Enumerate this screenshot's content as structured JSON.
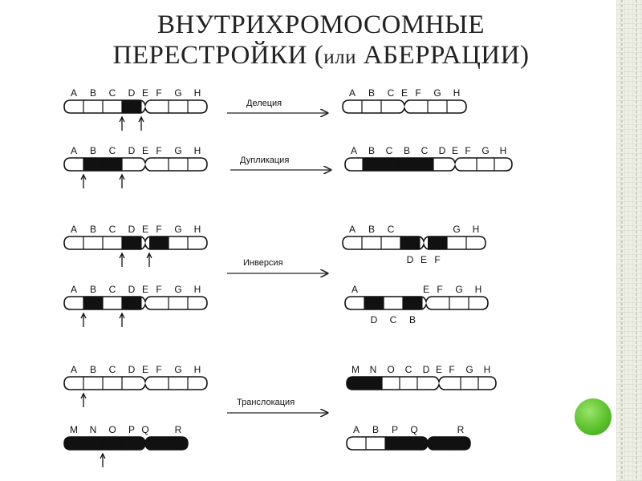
{
  "title": {
    "line1": "ВНУТРИХРОМОСОМНЫЕ",
    "line2_main": "ПЕРЕСТРОЙКИ (",
    "line2_small": "или",
    "line2_end": " АБЕРРАЦИИ)"
  },
  "arrows": {
    "deletion": "Делеция",
    "duplication": "Дупликация",
    "inversion": "Инверсия",
    "translocation": "Транслокация"
  },
  "chromosomes": [
    {
      "id": "deletion-before",
      "bands": [
        {
          "w": "n",
          "f": 0
        },
        {
          "w": "n",
          "f": 0
        },
        {
          "w": "n",
          "f": 0
        },
        {
          "w": "n",
          "f": 1
        },
        {
          "w": "c",
          "f": 0
        },
        {
          "w": "n",
          "f": 0
        },
        {
          "w": "n",
          "f": 0
        },
        {
          "w": "n",
          "f": 0
        }
      ],
      "letters": [
        "A",
        "B",
        "C",
        "D",
        "E",
        "F",
        "G",
        "H"
      ],
      "arrows": [
        3,
        4
      ]
    },
    {
      "id": "deletion-after",
      "bands": [
        {
          "w": "n",
          "f": 0
        },
        {
          "w": "n",
          "f": 0
        },
        {
          "w": "n",
          "f": 0
        },
        {
          "w": "c",
          "f": 0
        },
        {
          "w": "n",
          "f": 0
        },
        {
          "w": "n",
          "f": 0
        },
        {
          "w": "n",
          "f": 0
        }
      ],
      "letters": [
        "A",
        "B",
        "C",
        "E",
        "F",
        "G",
        "H"
      ]
    },
    {
      "id": "duplication-before",
      "bands": [
        {
          "w": "n",
          "f": 0
        },
        {
          "w": "n",
          "f": 1
        },
        {
          "w": "n",
          "f": 1
        },
        {
          "w": "n",
          "f": 0
        },
        {
          "w": "c",
          "f": 0
        },
        {
          "w": "n",
          "f": 0
        },
        {
          "w": "n",
          "f": 0
        },
        {
          "w": "n",
          "f": 0
        }
      ],
      "letters": [
        "A",
        "B",
        "C",
        "D",
        "E",
        "F",
        "G",
        "H"
      ],
      "arrows": [
        1,
        3
      ]
    },
    {
      "id": "duplication-after",
      "bands": [
        {
          "w": "n",
          "f": 0
        },
        {
          "w": "n",
          "f": 1
        },
        {
          "w": "n",
          "f": 1
        },
        {
          "w": "n",
          "f": 1
        },
        {
          "w": "n",
          "f": 1
        },
        {
          "w": "n",
          "f": 0
        },
        {
          "w": "c",
          "f": 0
        },
        {
          "w": "n",
          "f": 0
        },
        {
          "w": "n",
          "f": 0
        },
        {
          "w": "n",
          "f": 0
        }
      ],
      "letters": [
        "A",
        "B",
        "C",
        "B",
        "C",
        "D",
        "E",
        "F",
        "G",
        "H"
      ]
    },
    {
      "id": "inversion1-before",
      "bands": [
        {
          "w": "n",
          "f": 0
        },
        {
          "w": "n",
          "f": 0
        },
        {
          "w": "n",
          "f": 0
        },
        {
          "w": "n",
          "f": 1
        },
        {
          "w": "c",
          "f": 0
        },
        {
          "w": "n",
          "f": 1
        },
        {
          "w": "n",
          "f": 0
        },
        {
          "w": "n",
          "f": 0
        }
      ],
      "letters": [
        "A",
        "B",
        "C",
        "D",
        "E",
        "F",
        "G",
        "H"
      ],
      "arrows": [
        3,
        5
      ]
    },
    {
      "id": "inversion1-after",
      "bands": [
        {
          "w": "n",
          "f": 0
        },
        {
          "w": "n",
          "f": 0
        },
        {
          "w": "n",
          "f": 0
        },
        {
          "w": "n",
          "f": 1
        },
        {
          "w": "c",
          "f": 0
        },
        {
          "w": "n",
          "f": 1
        },
        {
          "w": "n",
          "f": 0
        },
        {
          "w": "n",
          "f": 0
        }
      ],
      "letters": [
        "A",
        "B",
        "C",
        "",
        "",
        "",
        "G",
        "H"
      ],
      "below": [
        "",
        "",
        "",
        "D",
        "E",
        "F",
        "",
        ""
      ]
    },
    {
      "id": "inversion2-before",
      "bands": [
        {
          "w": "n",
          "f": 0
        },
        {
          "w": "n",
          "f": 1
        },
        {
          "w": "n",
          "f": 0
        },
        {
          "w": "n",
          "f": 1
        },
        {
          "w": "c",
          "f": 0
        },
        {
          "w": "n",
          "f": 0
        },
        {
          "w": "n",
          "f": 0
        },
        {
          "w": "n",
          "f": 0
        }
      ],
      "letters": [
        "A",
        "B",
        "C",
        "D",
        "E",
        "F",
        "G",
        "H"
      ],
      "arrows": [
        1,
        3
      ]
    },
    {
      "id": "inversion2-after",
      "bands": [
        {
          "w": "n",
          "f": 0
        },
        {
          "w": "n",
          "f": 1
        },
        {
          "w": "n",
          "f": 0
        },
        {
          "w": "n",
          "f": 1
        },
        {
          "w": "c",
          "f": 0
        },
        {
          "w": "n",
          "f": 0
        },
        {
          "w": "n",
          "f": 0
        },
        {
          "w": "n",
          "f": 0
        }
      ],
      "letters": [
        "A",
        "",
        "",
        "",
        "E",
        "F",
        "G",
        "H"
      ],
      "below": [
        "",
        "D",
        "C",
        "B",
        "",
        "",
        "",
        ""
      ]
    },
    {
      "id": "translocation-before",
      "bands": [
        {
          "w": "n",
          "f": 0
        },
        {
          "w": "n",
          "f": 0
        },
        {
          "w": "n",
          "f": 0
        },
        {
          "w": "n",
          "f": 0
        },
        {
          "w": "c",
          "f": 0
        },
        {
          "w": "n",
          "f": 0
        },
        {
          "w": "n",
          "f": 0
        },
        {
          "w": "n",
          "f": 0
        }
      ],
      "letters": [
        "A",
        "B",
        "C",
        "D",
        "E",
        "F",
        "G",
        "H"
      ],
      "arrows": [
        1
      ]
    },
    {
      "id": "translocation-after1",
      "bands": [
        {
          "w": "n",
          "f": 1
        },
        {
          "w": "n",
          "f": 1
        },
        {
          "w": "n",
          "f": 0
        },
        {
          "w": "n",
          "f": 0
        },
        {
          "w": "n",
          "f": 0
        },
        {
          "w": "c",
          "f": 0
        },
        {
          "w": "n",
          "f": 0
        },
        {
          "w": "n",
          "f": 0
        },
        {
          "w": "n",
          "f": 0
        }
      ],
      "letters": [
        "M",
        "N",
        "O",
        "C",
        "D",
        "E",
        "F",
        "G",
        "H"
      ]
    },
    {
      "id": "translocation-partner",
      "bands": [
        {
          "w": "n",
          "f": 1
        },
        {
          "w": "n",
          "f": 1
        },
        {
          "w": "n",
          "f": 1
        },
        {
          "w": "n",
          "f": 1
        },
        {
          "w": "c",
          "f": 1
        },
        {
          "w": "n",
          "f": 1
        },
        {
          "w": "n",
          "f": 1
        }
      ],
      "letters": [
        "M",
        "N",
        "O",
        "P",
        "Q",
        "",
        "R"
      ],
      "arrows": [
        2
      ]
    },
    {
      "id": "translocation-after2",
      "bands": [
        {
          "w": "n",
          "f": 0
        },
        {
          "w": "n",
          "f": 0
        },
        {
          "w": "n",
          "f": 1
        },
        {
          "w": "n",
          "f": 1
        },
        {
          "w": "c",
          "f": 1
        },
        {
          "w": "n",
          "f": 1
        },
        {
          "w": "n",
          "f": 1
        }
      ],
      "letters": [
        "A",
        "B",
        "P",
        "Q",
        "",
        "",
        "R"
      ]
    }
  ]
}
